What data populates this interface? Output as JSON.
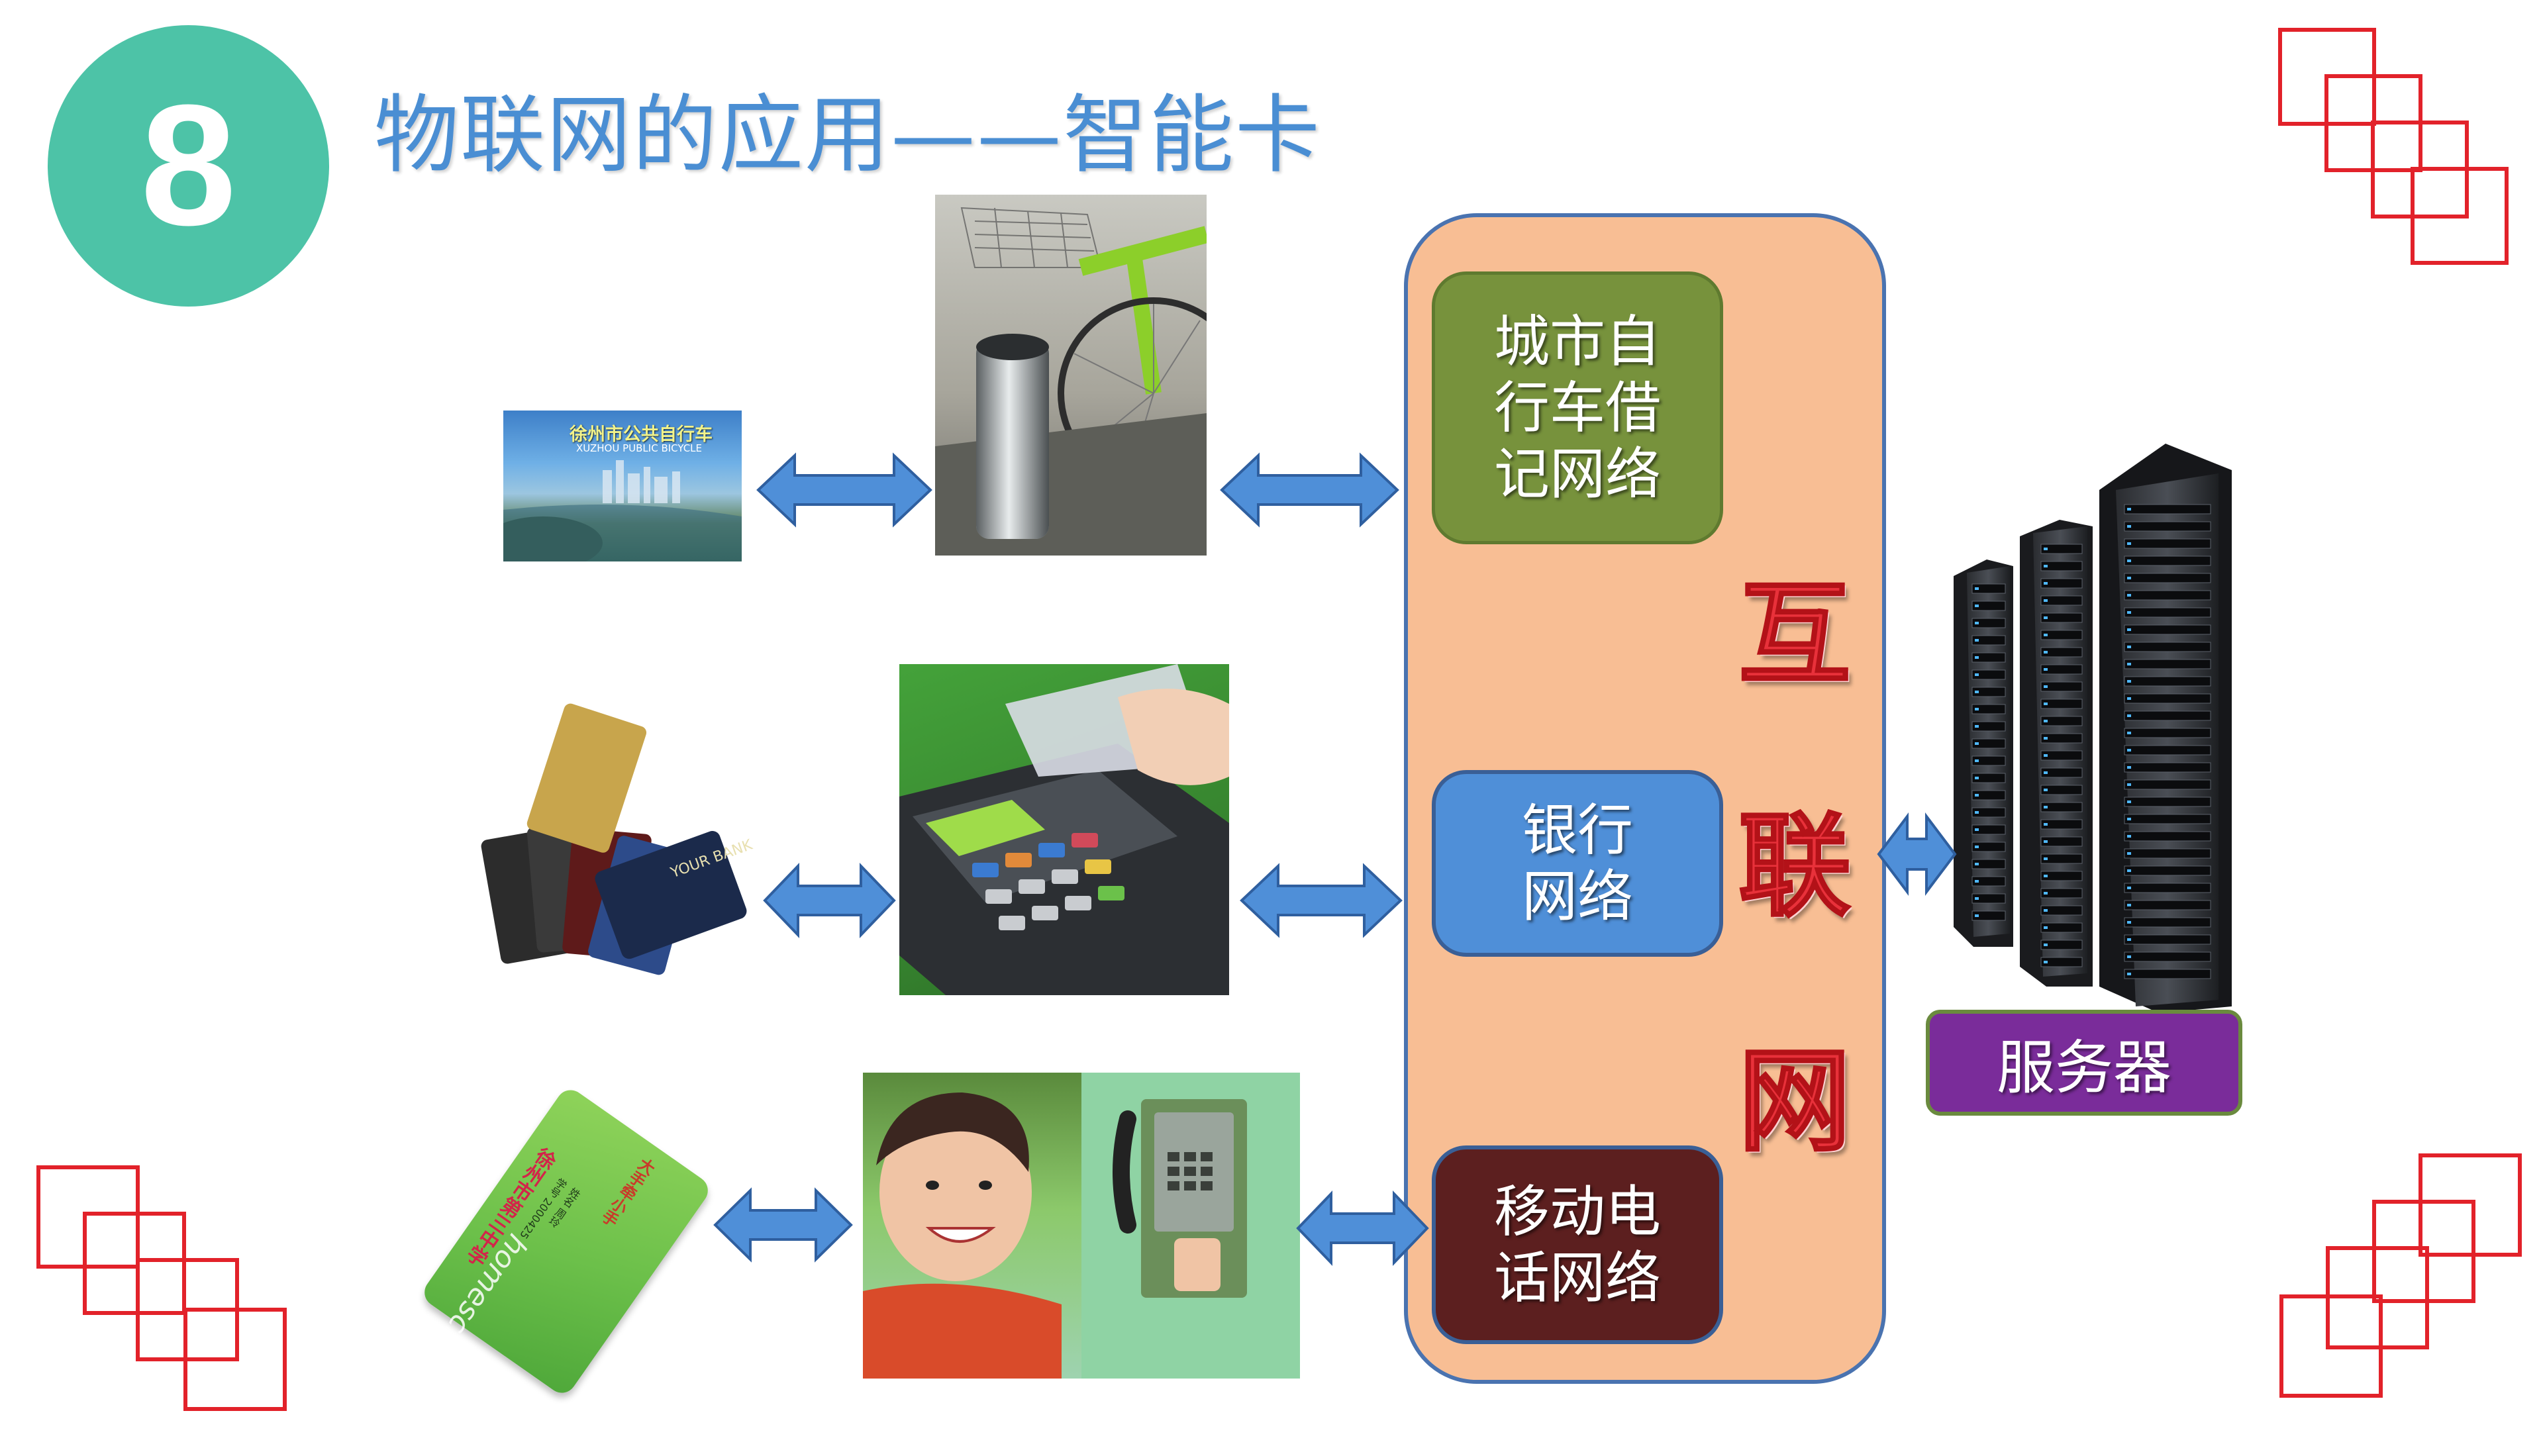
{
  "slide": {
    "number": "8",
    "title": "物联网的应用——智能卡"
  },
  "cards": {
    "bicycle_card": {
      "title": "徐州市公共自行车",
      "subtitle": "XUZHOU PUBLIC BICYCLE"
    },
    "bank_cards": {
      "brand": "YOUR BANK"
    },
    "school_card": {
      "school": "徐州市第三中学",
      "brand": "大手牵小手",
      "name_line": "姓名 周玲",
      "number_line": "学号 2000425",
      "logo": "homeschool"
    }
  },
  "networks": {
    "bicycle": "城市自行车借记网络",
    "bicycle_lines": [
      "城市自",
      "行车借",
      "记网络"
    ],
    "bank_lines": [
      "银行",
      "网络"
    ],
    "mobile_lines": [
      "移动电",
      "话网络"
    ]
  },
  "internet": [
    "互",
    "联",
    "网"
  ],
  "server": {
    "label": "服务器"
  },
  "colors": {
    "badge": "#4dc3a7",
    "title": "#4a8ed3",
    "panel": "#f8be94",
    "panel_border": "#4a73b0",
    "bicycle_net": "#77923c",
    "bank_net": "#4f8fd8",
    "mobile_net": "#5c1f1f",
    "server_label": "#7a2c9a",
    "arrow_fill": "#4f8fd8",
    "decor_red": "#e2222a"
  }
}
